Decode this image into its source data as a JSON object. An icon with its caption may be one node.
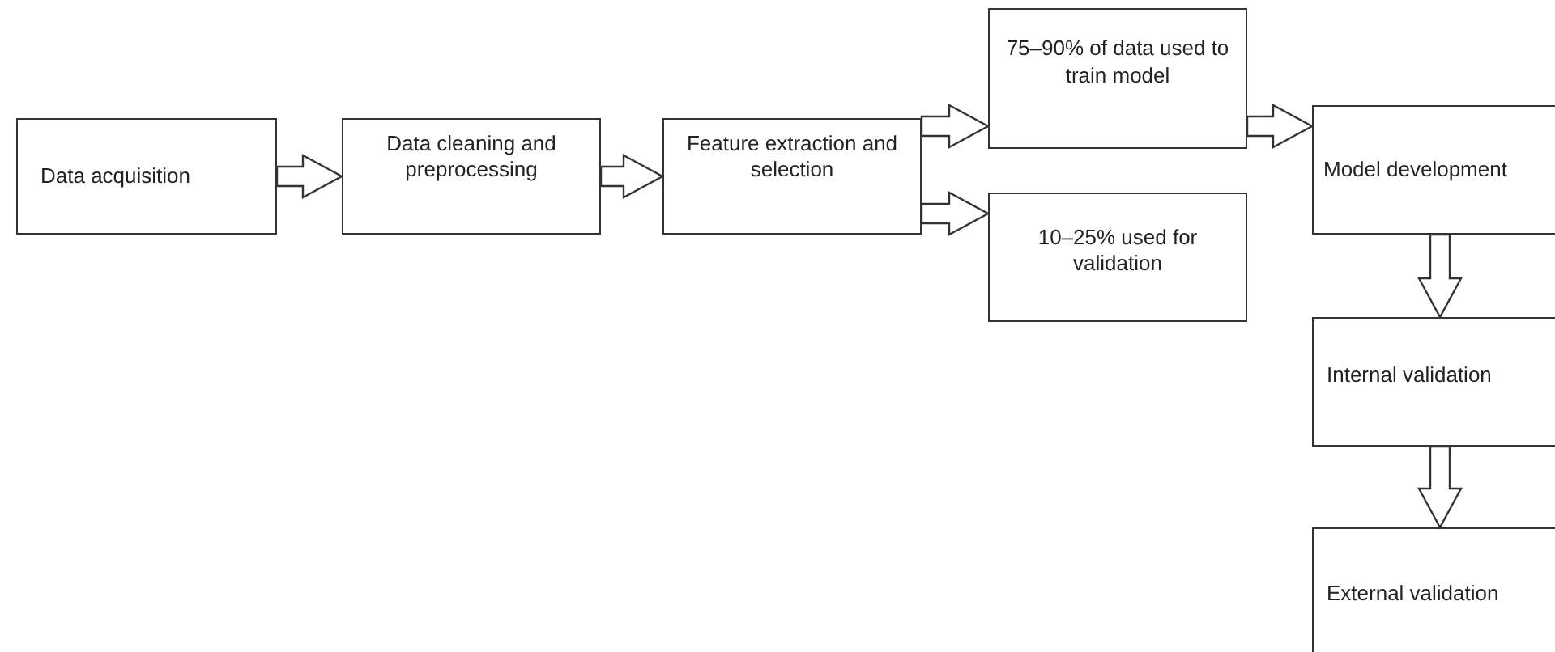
{
  "diagram": {
    "nodes": [
      {
        "text": [
          "Data acquisition"
        ]
      },
      {
        "text": [
          "Data cleaning and preprocessing"
        ]
      },
      {
        "text": [
          "Feature extraction and selection"
        ]
      },
      {
        "text": [
          "75–90% of data used to train model"
        ]
      },
      {
        "text": [
          "10–25% used for validation"
        ]
      },
      {
        "text": [
          "Model development"
        ]
      },
      {
        "text": [
          "Internal validation"
        ]
      },
      {
        "text": [
          "External validation"
        ]
      }
    ],
    "edges": [
      {
        "from": 0,
        "to": 1,
        "arrow": "to"
      },
      {
        "from": 1,
        "to": 2,
        "arrow": "to"
      },
      {
        "from": 2,
        "to": 3,
        "arrow": "to"
      },
      {
        "from": 2,
        "to": 4,
        "arrow": "to"
      },
      {
        "from": 3,
        "to": 5,
        "arrow": "to"
      },
      {
        "from": 5,
        "to": 6,
        "arrow": "to"
      },
      {
        "from": 6,
        "to": 7,
        "arrow": "to"
      }
    ]
  }
}
